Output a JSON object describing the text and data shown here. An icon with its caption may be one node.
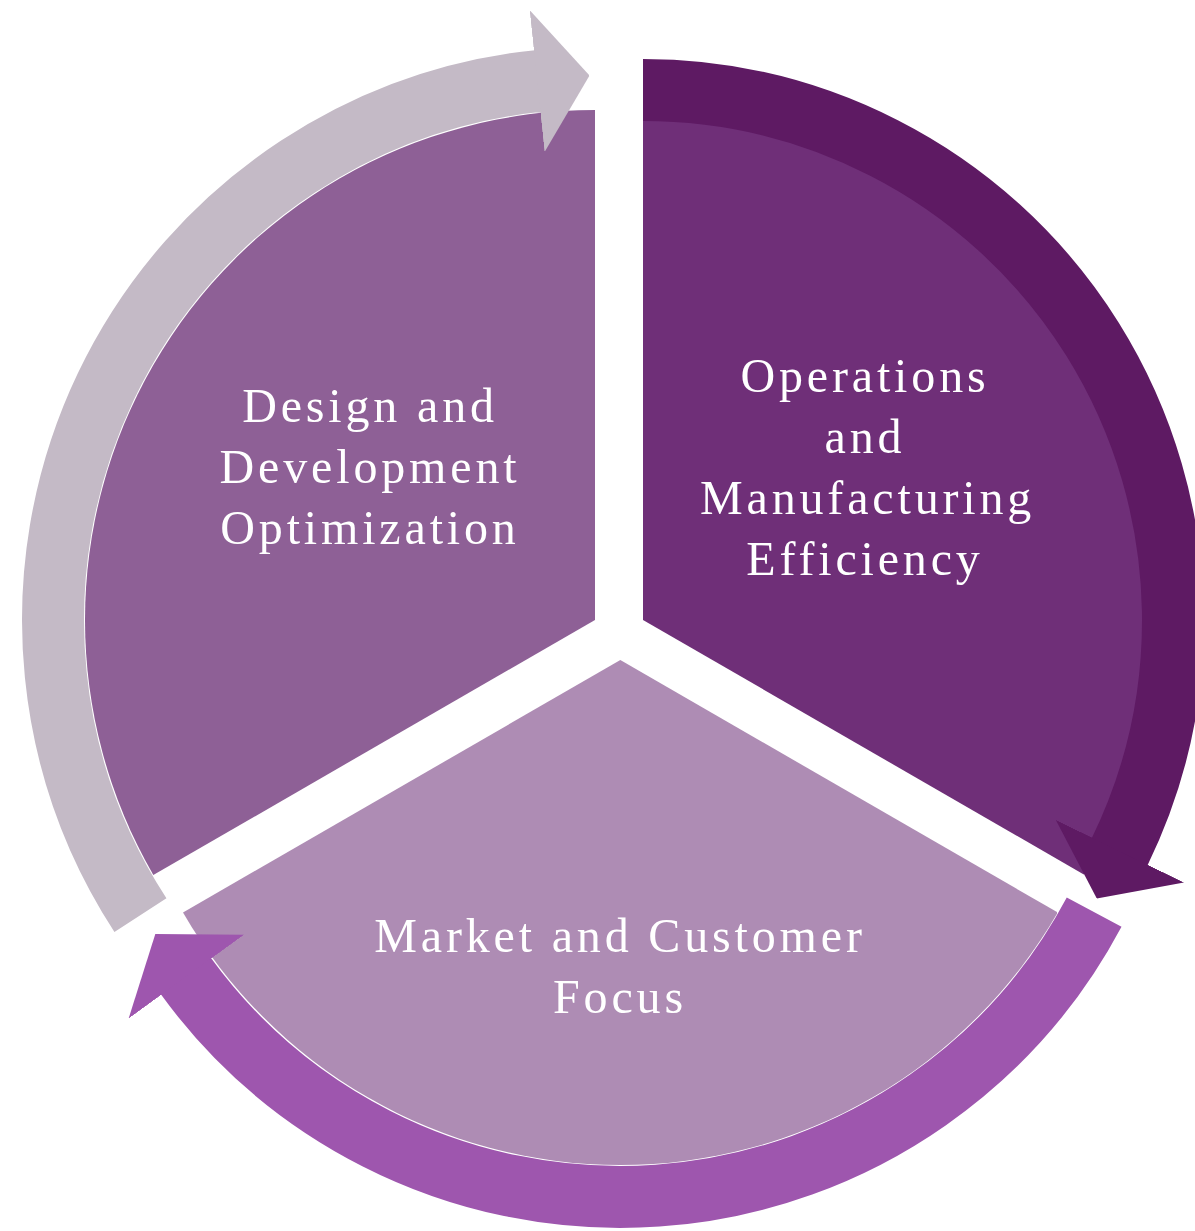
{
  "diagram": {
    "nodes": [
      {
        "text": [
          "Design and Development Optimization"
        ]
      },
      {
        "text": [
          "Operations and Manufacturing Efficiency"
        ]
      },
      {
        "text": [
          "Market and Customer Focus"
        ]
      }
    ]
  }
}
